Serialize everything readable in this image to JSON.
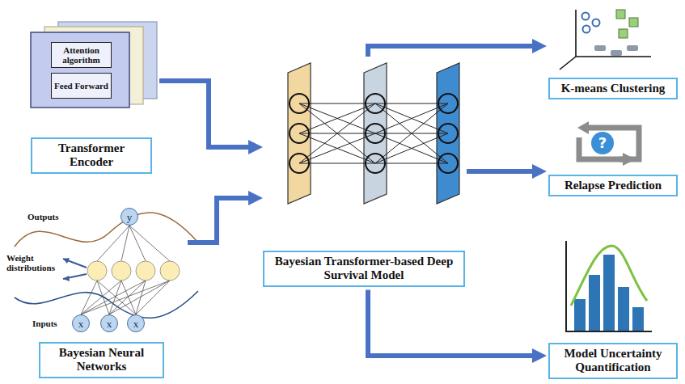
{
  "diagram": {
    "nodes": [
      {
        "text": [
          "Transformer Encoder"
        ]
      },
      {
        "text": [
          "Attention algorithm"
        ],
        "in": 0
      },
      {
        "text": [
          "Feed Forward"
        ],
        "in": 0
      },
      {
        "text": [
          "Bayesian Neural Networks"
        ]
      },
      {
        "text": [
          "y"
        ],
        "in": 3
      },
      {
        "text": [
          "x"
        ],
        "in": 3
      },
      {
        "text": [
          "x"
        ],
        "in": 3
      },
      {
        "text": [
          "x"
        ],
        "in": 3
      },
      {
        "text": [
          "Bayesian Transformer-based Deep Survival Model"
        ]
      },
      {
        "text": [
          "K-means Clustering"
        ]
      },
      {
        "text": [
          "Relapse Prediction"
        ]
      },
      {
        "text": [
          "?"
        ],
        "in": 10
      },
      {
        "text": [
          "Model Uncertainty Quantification"
        ]
      }
    ],
    "edges": [
      {
        "from": 0,
        "to": 8,
        "arrow": "to"
      },
      {
        "from": 3,
        "to": 8,
        "arrow": "to"
      },
      {
        "from": 8,
        "to": 9,
        "arrow": "to"
      },
      {
        "from": 8,
        "to": 10,
        "arrow": "to"
      },
      {
        "from": 8,
        "to": 12,
        "arrow": "to"
      }
    ],
    "labels": [
      "Outputs",
      "Weight distributions",
      "Inputs"
    ]
  }
}
